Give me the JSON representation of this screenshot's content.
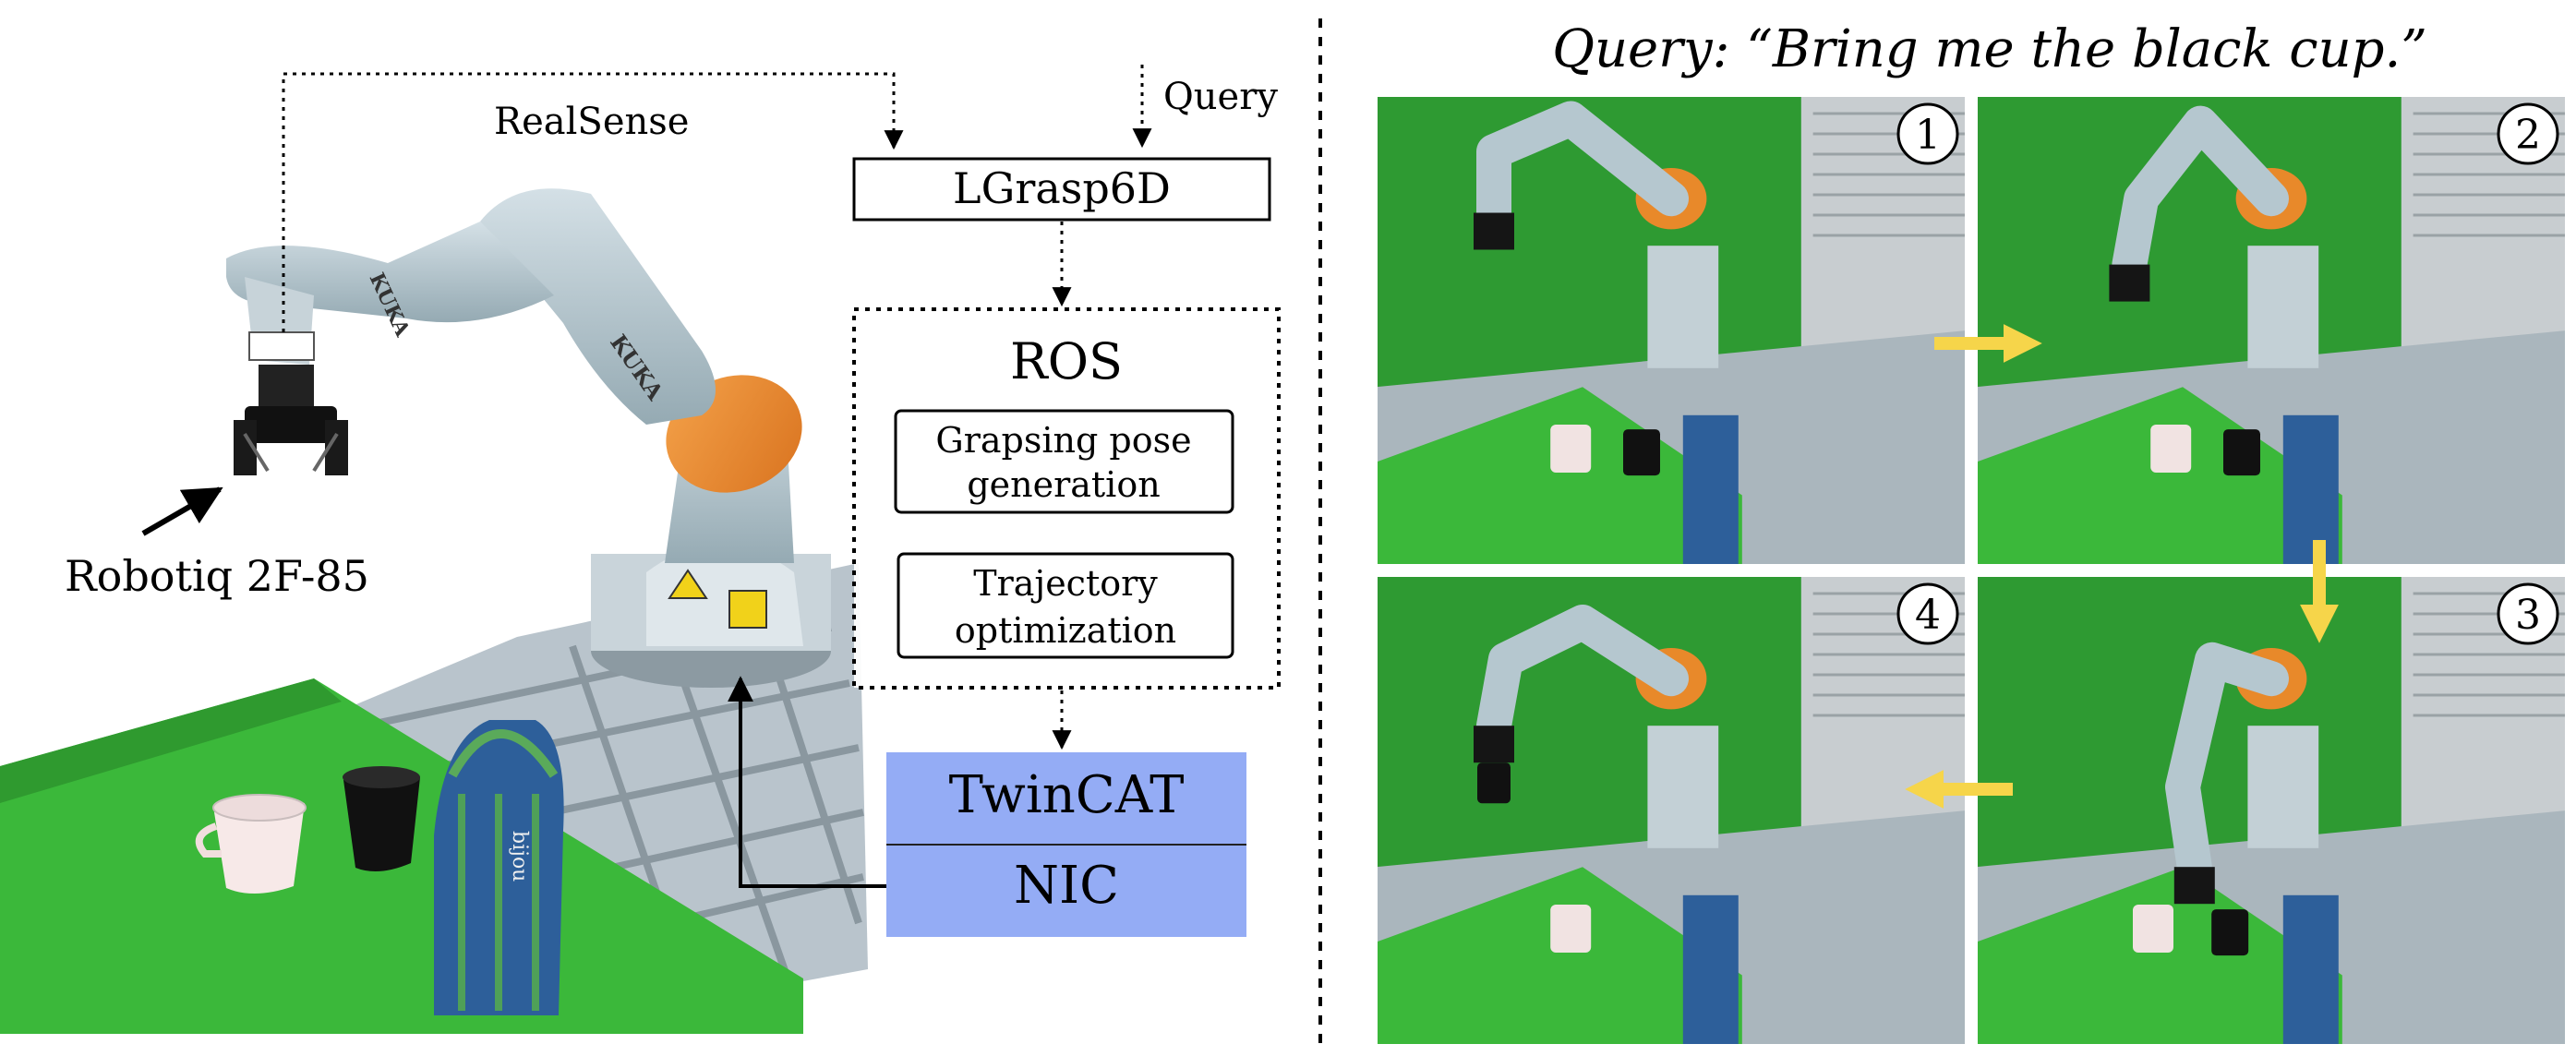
{
  "figure": {
    "left": {
      "labels": {
        "camera": "RealSense",
        "query": "Query",
        "gripper": "Robotiq 2F-85"
      },
      "nodes": {
        "grasp_model": "LGrasp6D",
        "ros": "ROS",
        "ros_grasp_line1": "Grapsing pose",
        "ros_grasp_line2": "generation",
        "ros_traj_line1": "Trajectory",
        "ros_traj_line2": "optimization",
        "twincat": "TwinCAT",
        "nic": "NIC"
      },
      "robot_brand": "KUKA",
      "bag_print": "bijou"
    },
    "right": {
      "title": "Query: “Bring me the black cup.”",
      "frames": [
        {
          "step": "1"
        },
        {
          "step": "2"
        },
        {
          "step": "3"
        },
        {
          "step": "4"
        }
      ]
    },
    "colors": {
      "green_screen": "#2e9a32",
      "table_green": "#3bb83a",
      "robot_body": "#b5c7cf",
      "robot_orange": "#e8892a",
      "twincat_box": "#94acf5",
      "arrow_yellow": "#f6d54a"
    },
    "icons": [
      "gripper-icon",
      "camera-arrow-icon"
    ]
  }
}
